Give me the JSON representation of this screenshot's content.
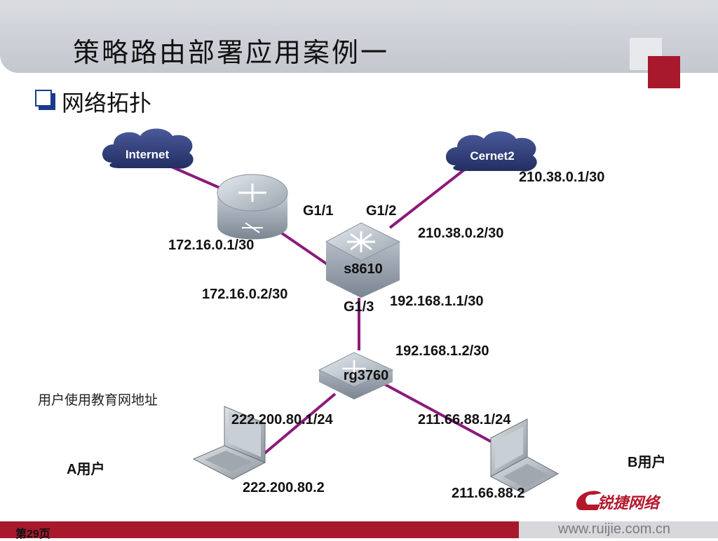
{
  "slide": {
    "title": "策略路由部署应用案例一",
    "subtitle": "网络拓扑",
    "page_label": "第29页",
    "url": "www.ruijie.com.cn",
    "logo_text": "锐捷网络"
  },
  "colors": {
    "header": "#c8cbd1",
    "accent_red": "#a8192e",
    "link": "#8c1a7a",
    "cloud": "#2f3d7a"
  },
  "nodes": {
    "internet_cloud": "Internet",
    "cernet_cloud": "Cernet2",
    "core_switch": "s8610",
    "access_switch": "rg3760"
  },
  "labels": {
    "cernet_ip": "210.38.0.1/30",
    "port_g11": "G1/1",
    "port_g12": "G1/2",
    "s8610_cernet_ip": "210.38.0.2/30",
    "router_ip": "172.16.0.1/30",
    "s8610_router_ip": "172.16.0.2/30",
    "port_g13": "G1/3",
    "s8610_down_ip": "192.168.1.1/30",
    "rg3760_up_ip": "192.168.1.2/30",
    "note": "用户使用教育网地址",
    "gw_a": "222.200.80.1/24",
    "gw_b": "211.66.88.1/24",
    "user_a": "A用户",
    "user_b": "B用户",
    "host_a_ip": "222.200.80.2",
    "host_b_ip": "211.66.88.2"
  }
}
